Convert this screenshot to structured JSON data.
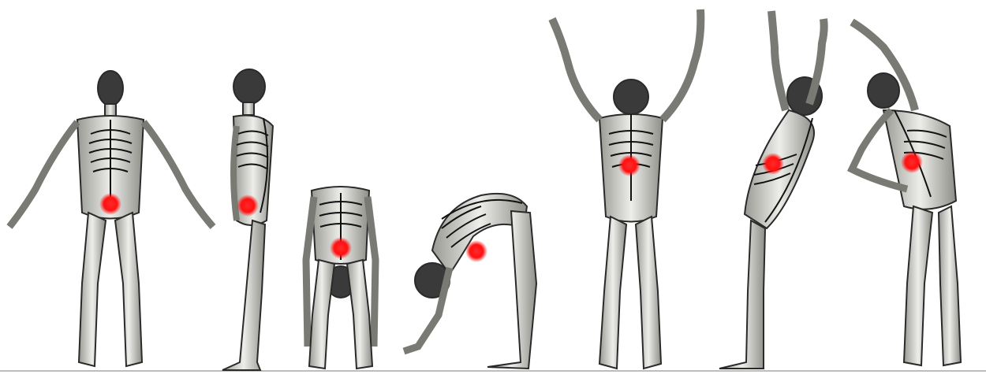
{
  "image": {
    "description_free": true,
    "figures": [
      {
        "pose": "standing-front"
      },
      {
        "pose": "standing-side"
      },
      {
        "pose": "forward-bend-front"
      },
      {
        "pose": "forward-bend-side"
      },
      {
        "pose": "arms-raised-back"
      },
      {
        "pose": "backward-extension-side"
      },
      {
        "pose": "lateral-bend-back"
      }
    ],
    "colors": {
      "background": "#ffffff",
      "body_fill": "#dcdcd6",
      "body_dark": "#2a2a2a",
      "bone": "#1a1a1a",
      "pain_marker": "#ff1010",
      "floor_line": "#bdbdbd"
    }
  }
}
